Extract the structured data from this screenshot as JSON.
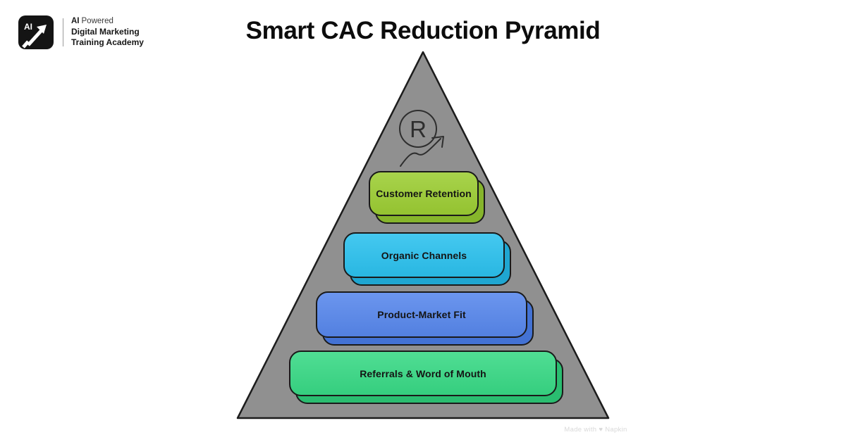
{
  "logo": {
    "badge": "AI",
    "tagline_bold": "AI",
    "tagline_rest": "Powered",
    "line2": "Digital Marketing",
    "line3": "Training Academy"
  },
  "title": "Smart CAC Reduction Pyramid",
  "pyramid": {
    "fill": "#909090",
    "icon_letter": "R",
    "levels": [
      {
        "label": "Customer Retention",
        "color": "#9ccd33",
        "shadow_color": "#86b52b"
      },
      {
        "label": "Organic Channels",
        "color": "#2bc1ee",
        "shadow_color": "#1fa6d1"
      },
      {
        "label": "Product-Market Fit",
        "color": "#5787ec",
        "shadow_color": "#4372d4"
      },
      {
        "label": "Referrals & Word of Mouth",
        "color": "#38d985",
        "shadow_color": "#2abd70"
      }
    ]
  },
  "watermark": "Made with ♥ Napkin"
}
